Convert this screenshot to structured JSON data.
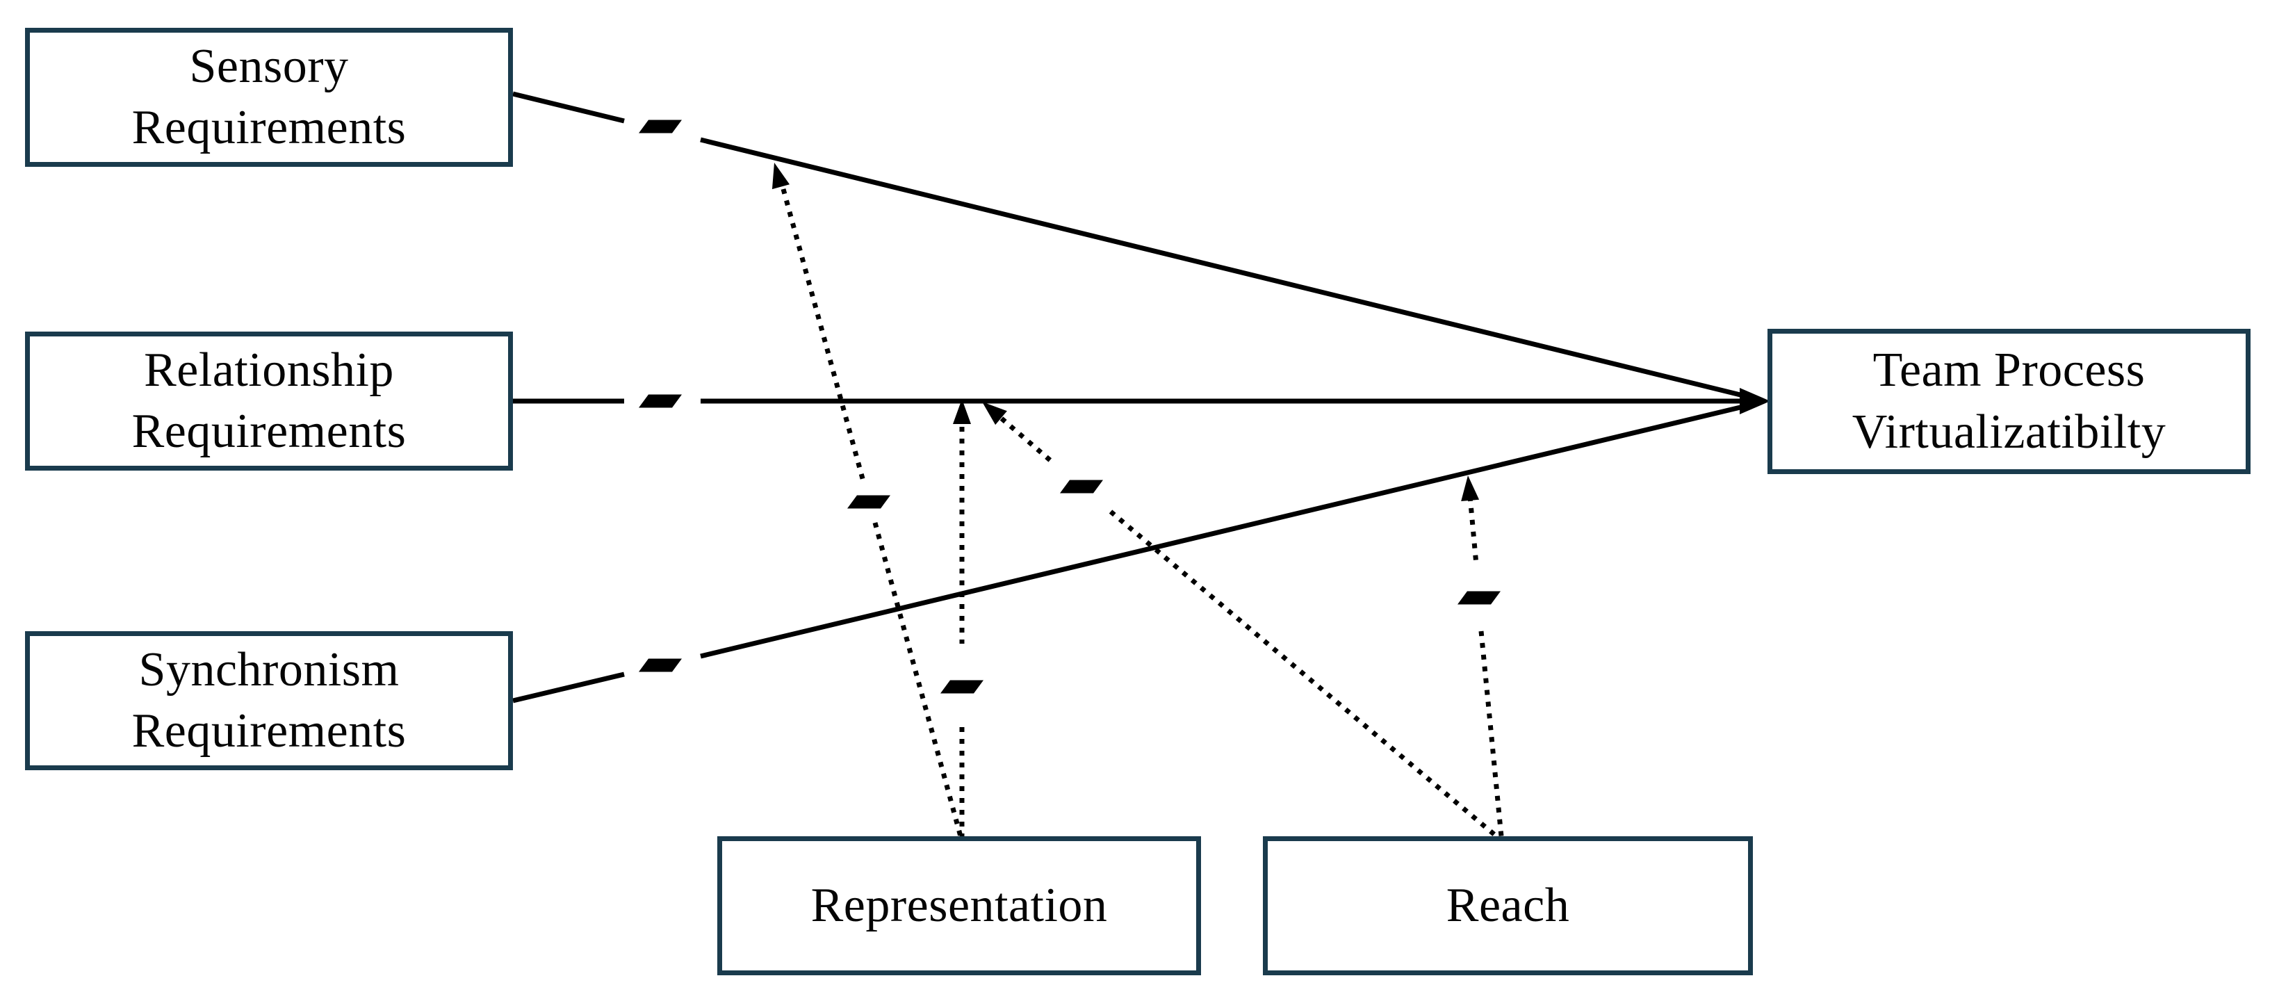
{
  "figure": {
    "kind": "path-model-diagram",
    "background": "#ffffff"
  },
  "nodes": [
    {
      "id": "sensory",
      "lines": [
        "Sensory",
        "Requirements"
      ]
    },
    {
      "id": "relationship",
      "lines": [
        "Relationship",
        "Requirements"
      ]
    },
    {
      "id": "synchronism",
      "lines": [
        "Synchronism",
        "Requirements"
      ]
    },
    {
      "id": "tpv",
      "lines": [
        "Team Process",
        "Virtualizatibilty"
      ]
    },
    {
      "id": "representation",
      "lines": [
        "Representation"
      ]
    },
    {
      "id": "reach",
      "lines": [
        "Reach"
      ]
    }
  ],
  "edges": [
    {
      "id": "sensory-tpv",
      "from": "sensory",
      "to": "tpv",
      "style": "solid",
      "sign": "-"
    },
    {
      "id": "relationship-tpv",
      "from": "relationship",
      "to": "tpv",
      "style": "solid",
      "sign": "-"
    },
    {
      "id": "synchronism-tpv",
      "from": "synchronism",
      "to": "tpv",
      "style": "solid",
      "sign": "-"
    },
    {
      "id": "representation-sensory-tpv",
      "from": "representation",
      "to": "sensory-tpv",
      "style": "dotted",
      "sign": "-"
    },
    {
      "id": "representation-relationship-tpv",
      "from": "representation",
      "to": "relationship-tpv",
      "style": "dotted",
      "sign": "-"
    },
    {
      "id": "reach-relationship-tpv",
      "from": "reach",
      "to": "relationship-tpv",
      "style": "dotted",
      "sign": "-"
    },
    {
      "id": "reach-synchronism-tpv",
      "from": "reach",
      "to": "synchronism-tpv",
      "style": "dotted",
      "sign": "-"
    }
  ],
  "colors": {
    "box_border": "#1a3b4d",
    "box_fill": "#ffffff",
    "line": "#000000",
    "text": "#050505",
    "background": "#ffffff"
  }
}
